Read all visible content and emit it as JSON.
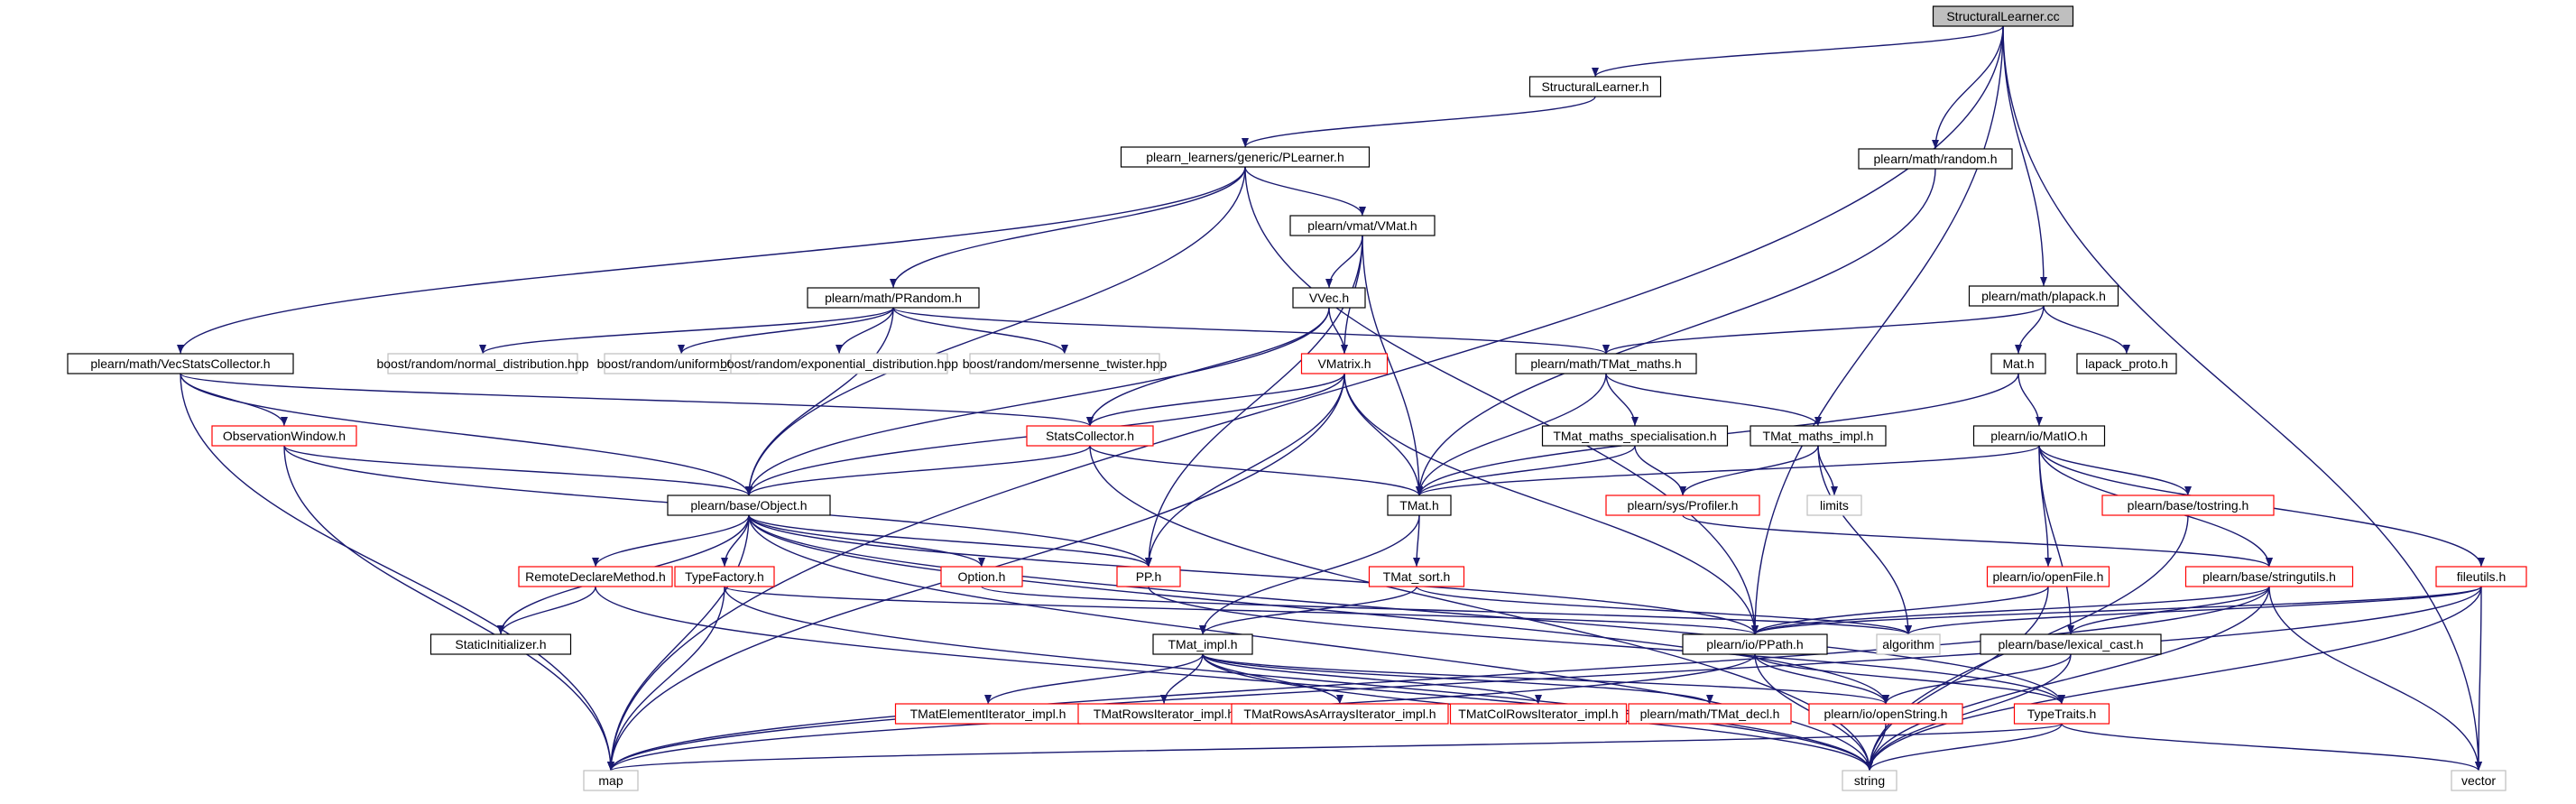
{
  "colors": {
    "background": "#ffffff",
    "root_fill": "#bfbfbf",
    "edge": "#191970",
    "node_border_black": "#000000",
    "node_border_red": "#ff0000",
    "node_border_grey": "#bfbfbf",
    "text": "#000000"
  },
  "nodes": [
    {
      "id": "root",
      "label": "StructuralLearner.cc",
      "style": "root"
    },
    {
      "id": "sl_h",
      "label": "StructuralLearner.h",
      "style": "black"
    },
    {
      "id": "plearner",
      "label": "plearn_learners/generic/PLearner.h",
      "style": "black"
    },
    {
      "id": "random_h",
      "label": "plearn/math/random.h",
      "style": "black"
    },
    {
      "id": "vmat_h",
      "label": "plearn/vmat/VMat.h",
      "style": "black"
    },
    {
      "id": "vvec",
      "label": "VVec.h",
      "style": "black"
    },
    {
      "id": "prandom",
      "label": "plearn/math/PRandom.h",
      "style": "black"
    },
    {
      "id": "plapack",
      "label": "plearn/math/plapack.h",
      "style": "black"
    },
    {
      "id": "vecstats",
      "label": "plearn/math/VecStatsCollector.h",
      "style": "black"
    },
    {
      "id": "normal",
      "label": "boost/random/normal_distribution.hpp",
      "style": "grey"
    },
    {
      "id": "uniform01",
      "label": "boost/random/uniform_01.hpp",
      "style": "grey"
    },
    {
      "id": "expo",
      "label": "boost/random/exponential_distribution.hpp",
      "style": "grey"
    },
    {
      "id": "mersenne",
      "label": "boost/random/mersenne_twister.hpp",
      "style": "grey"
    },
    {
      "id": "vmatrix",
      "label": "VMatrix.h",
      "style": "red"
    },
    {
      "id": "tmat_maths",
      "label": "plearn/math/TMat_maths.h",
      "style": "black"
    },
    {
      "id": "mat_h",
      "label": "Mat.h",
      "style": "black"
    },
    {
      "id": "lapack",
      "label": "lapack_proto.h",
      "style": "black"
    },
    {
      "id": "obswin",
      "label": "ObservationWindow.h",
      "style": "red"
    },
    {
      "id": "statscoll",
      "label": "StatsCollector.h",
      "style": "red"
    },
    {
      "id": "tmat_spec",
      "label": "TMat_maths_specialisation.h",
      "style": "black"
    },
    {
      "id": "tmat_impl_m",
      "label": "TMat_maths_impl.h",
      "style": "black"
    },
    {
      "id": "matio",
      "label": "plearn/io/MatIO.h",
      "style": "black"
    },
    {
      "id": "object",
      "label": "plearn/base/Object.h",
      "style": "black"
    },
    {
      "id": "tmat_h",
      "label": "TMat.h",
      "style": "black"
    },
    {
      "id": "profiler",
      "label": "plearn/sys/Profiler.h",
      "style": "red"
    },
    {
      "id": "limits",
      "label": "limits",
      "style": "grey"
    },
    {
      "id": "tostring",
      "label": "plearn/base/tostring.h",
      "style": "red"
    },
    {
      "id": "remotedecl",
      "label": "RemoteDeclareMethod.h",
      "style": "red"
    },
    {
      "id": "typefactory",
      "label": "TypeFactory.h",
      "style": "red"
    },
    {
      "id": "option",
      "label": "Option.h",
      "style": "red"
    },
    {
      "id": "pp",
      "label": "PP.h",
      "style": "red"
    },
    {
      "id": "tmat_sort",
      "label": "TMat_sort.h",
      "style": "red"
    },
    {
      "id": "openfile",
      "label": "plearn/io/openFile.h",
      "style": "red"
    },
    {
      "id": "stringutils",
      "label": "plearn/base/stringutils.h",
      "style": "red"
    },
    {
      "id": "fileutils",
      "label": "fileutils.h",
      "style": "red"
    },
    {
      "id": "staticinit",
      "label": "StaticInitializer.h",
      "style": "black"
    },
    {
      "id": "ppath",
      "label": "plearn/io/PPath.h",
      "style": "black"
    },
    {
      "id": "algorithm",
      "label": "algorithm",
      "style": "grey"
    },
    {
      "id": "lexical",
      "label": "plearn/base/lexical_cast.h",
      "style": "black"
    },
    {
      "id": "tmat_impl",
      "label": "TMat_impl.h",
      "style": "black"
    },
    {
      "id": "tmat_elem",
      "label": "TMatElementIterator_impl.h",
      "style": "red"
    },
    {
      "id": "tmat_rows",
      "label": "TMatRowsIterator_impl.h",
      "style": "red"
    },
    {
      "id": "tmat_rowsarr",
      "label": "TMatRowsAsArraysIterator_impl.h",
      "style": "red"
    },
    {
      "id": "tmat_col",
      "label": "TMatColRowsIterator_impl.h",
      "style": "red"
    },
    {
      "id": "tmat_decl",
      "label": "plearn/math/TMat_decl.h",
      "style": "red"
    },
    {
      "id": "openstring",
      "label": "plearn/io/openString.h",
      "style": "red"
    },
    {
      "id": "typetraits",
      "label": "TypeTraits.h",
      "style": "red"
    },
    {
      "id": "map",
      "label": "map",
      "style": "grey"
    },
    {
      "id": "string",
      "label": "string",
      "style": "grey"
    },
    {
      "id": "vector",
      "label": "vector",
      "style": "grey"
    }
  ],
  "edges": [
    [
      "root",
      "sl_h"
    ],
    [
      "root",
      "random_h"
    ],
    [
      "root",
      "plapack"
    ],
    [
      "root",
      "map"
    ],
    [
      "root",
      "vector"
    ],
    [
      "root",
      "ppath"
    ],
    [
      "sl_h",
      "plearner"
    ],
    [
      "plearner",
      "vmat_h"
    ],
    [
      "plearner",
      "prandom"
    ],
    [
      "plearner",
      "vecstats"
    ],
    [
      "plearner",
      "object"
    ],
    [
      "plearner",
      "ppath"
    ],
    [
      "random_h",
      "tmat_h"
    ],
    [
      "vmat_h",
      "vvec"
    ],
    [
      "vmat_h",
      "vmatrix"
    ],
    [
      "vmat_h",
      "tmat_h"
    ],
    [
      "vmat_h",
      "pp"
    ],
    [
      "vvec",
      "vmatrix"
    ],
    [
      "vvec",
      "statscoll"
    ],
    [
      "vvec",
      "object"
    ],
    [
      "prandom",
      "normal"
    ],
    [
      "prandom",
      "uniform01"
    ],
    [
      "prandom",
      "expo"
    ],
    [
      "prandom",
      "mersenne"
    ],
    [
      "prandom",
      "tmat_maths"
    ],
    [
      "prandom",
      "object"
    ],
    [
      "plapack",
      "tmat_maths"
    ],
    [
      "plapack",
      "mat_h"
    ],
    [
      "plapack",
      "lapack"
    ],
    [
      "vecstats",
      "obswin"
    ],
    [
      "vecstats",
      "statscoll"
    ],
    [
      "vecstats",
      "object"
    ],
    [
      "vecstats",
      "map"
    ],
    [
      "vmatrix",
      "statscoll"
    ],
    [
      "vmatrix",
      "object"
    ],
    [
      "vmatrix",
      "tmat_h"
    ],
    [
      "vmatrix",
      "pp"
    ],
    [
      "vmatrix",
      "ppath"
    ],
    [
      "vmatrix",
      "map"
    ],
    [
      "tmat_maths",
      "tmat_spec"
    ],
    [
      "tmat_maths",
      "tmat_impl_m"
    ],
    [
      "tmat_maths",
      "tmat_h"
    ],
    [
      "mat_h",
      "tmat_h"
    ],
    [
      "mat_h",
      "matio"
    ],
    [
      "obswin",
      "object"
    ],
    [
      "obswin",
      "pp"
    ],
    [
      "obswin",
      "map"
    ],
    [
      "statscoll",
      "object"
    ],
    [
      "statscoll",
      "tmat_h"
    ],
    [
      "statscoll",
      "string"
    ],
    [
      "tmat_spec",
      "tmat_h"
    ],
    [
      "tmat_spec",
      "profiler"
    ],
    [
      "tmat_impl_m",
      "profiler"
    ],
    [
      "tmat_impl_m",
      "limits"
    ],
    [
      "tmat_impl_m",
      "algorithm"
    ],
    [
      "matio",
      "tmat_h"
    ],
    [
      "matio",
      "tostring"
    ],
    [
      "matio",
      "openfile"
    ],
    [
      "matio",
      "stringutils"
    ],
    [
      "matio",
      "fileutils"
    ],
    [
      "matio",
      "lexical"
    ],
    [
      "object",
      "remotedecl"
    ],
    [
      "object",
      "typefactory"
    ],
    [
      "object",
      "option"
    ],
    [
      "object",
      "pp"
    ],
    [
      "object",
      "staticinit"
    ],
    [
      "object",
      "ppath"
    ],
    [
      "object",
      "map"
    ],
    [
      "object",
      "string"
    ],
    [
      "object",
      "typetraits"
    ],
    [
      "object",
      "openstring"
    ],
    [
      "tmat_h",
      "tmat_sort"
    ],
    [
      "tmat_h",
      "tmat_impl"
    ],
    [
      "profiler",
      "stringutils"
    ],
    [
      "tostring",
      "string"
    ],
    [
      "remotedecl",
      "staticinit"
    ],
    [
      "remotedecl",
      "string"
    ],
    [
      "typefactory",
      "map"
    ],
    [
      "typefactory",
      "string"
    ],
    [
      "typefactory",
      "ppath"
    ],
    [
      "option",
      "algorithm"
    ],
    [
      "pp",
      "typetraits"
    ],
    [
      "tmat_sort",
      "algorithm"
    ],
    [
      "tmat_sort",
      "tmat_impl"
    ],
    [
      "openfile",
      "ppath"
    ],
    [
      "openfile",
      "string"
    ],
    [
      "stringutils",
      "ppath"
    ],
    [
      "stringutils",
      "lexical"
    ],
    [
      "stringutils",
      "string"
    ],
    [
      "stringutils",
      "map"
    ],
    [
      "stringutils",
      "vector"
    ],
    [
      "fileutils",
      "ppath"
    ],
    [
      "fileutils",
      "string"
    ],
    [
      "fileutils",
      "vector"
    ],
    [
      "fileutils",
      "map"
    ],
    [
      "fileutils",
      "algorithm"
    ],
    [
      "ppath",
      "map"
    ],
    [
      "ppath",
      "string"
    ],
    [
      "ppath",
      "typetraits"
    ],
    [
      "ppath",
      "openstring"
    ],
    [
      "lexical",
      "string"
    ],
    [
      "lexical",
      "openstring"
    ],
    [
      "tmat_impl",
      "tmat_elem"
    ],
    [
      "tmat_impl",
      "tmat_rows"
    ],
    [
      "tmat_impl",
      "tmat_rowsarr"
    ],
    [
      "tmat_impl",
      "tmat_col"
    ],
    [
      "tmat_impl",
      "tmat_decl"
    ],
    [
      "tmat_impl",
      "string"
    ],
    [
      "tmat_impl",
      "openstring"
    ],
    [
      "openstring",
      "string"
    ],
    [
      "typetraits",
      "map"
    ],
    [
      "typetraits",
      "string"
    ],
    [
      "typetraits",
      "vector"
    ]
  ]
}
